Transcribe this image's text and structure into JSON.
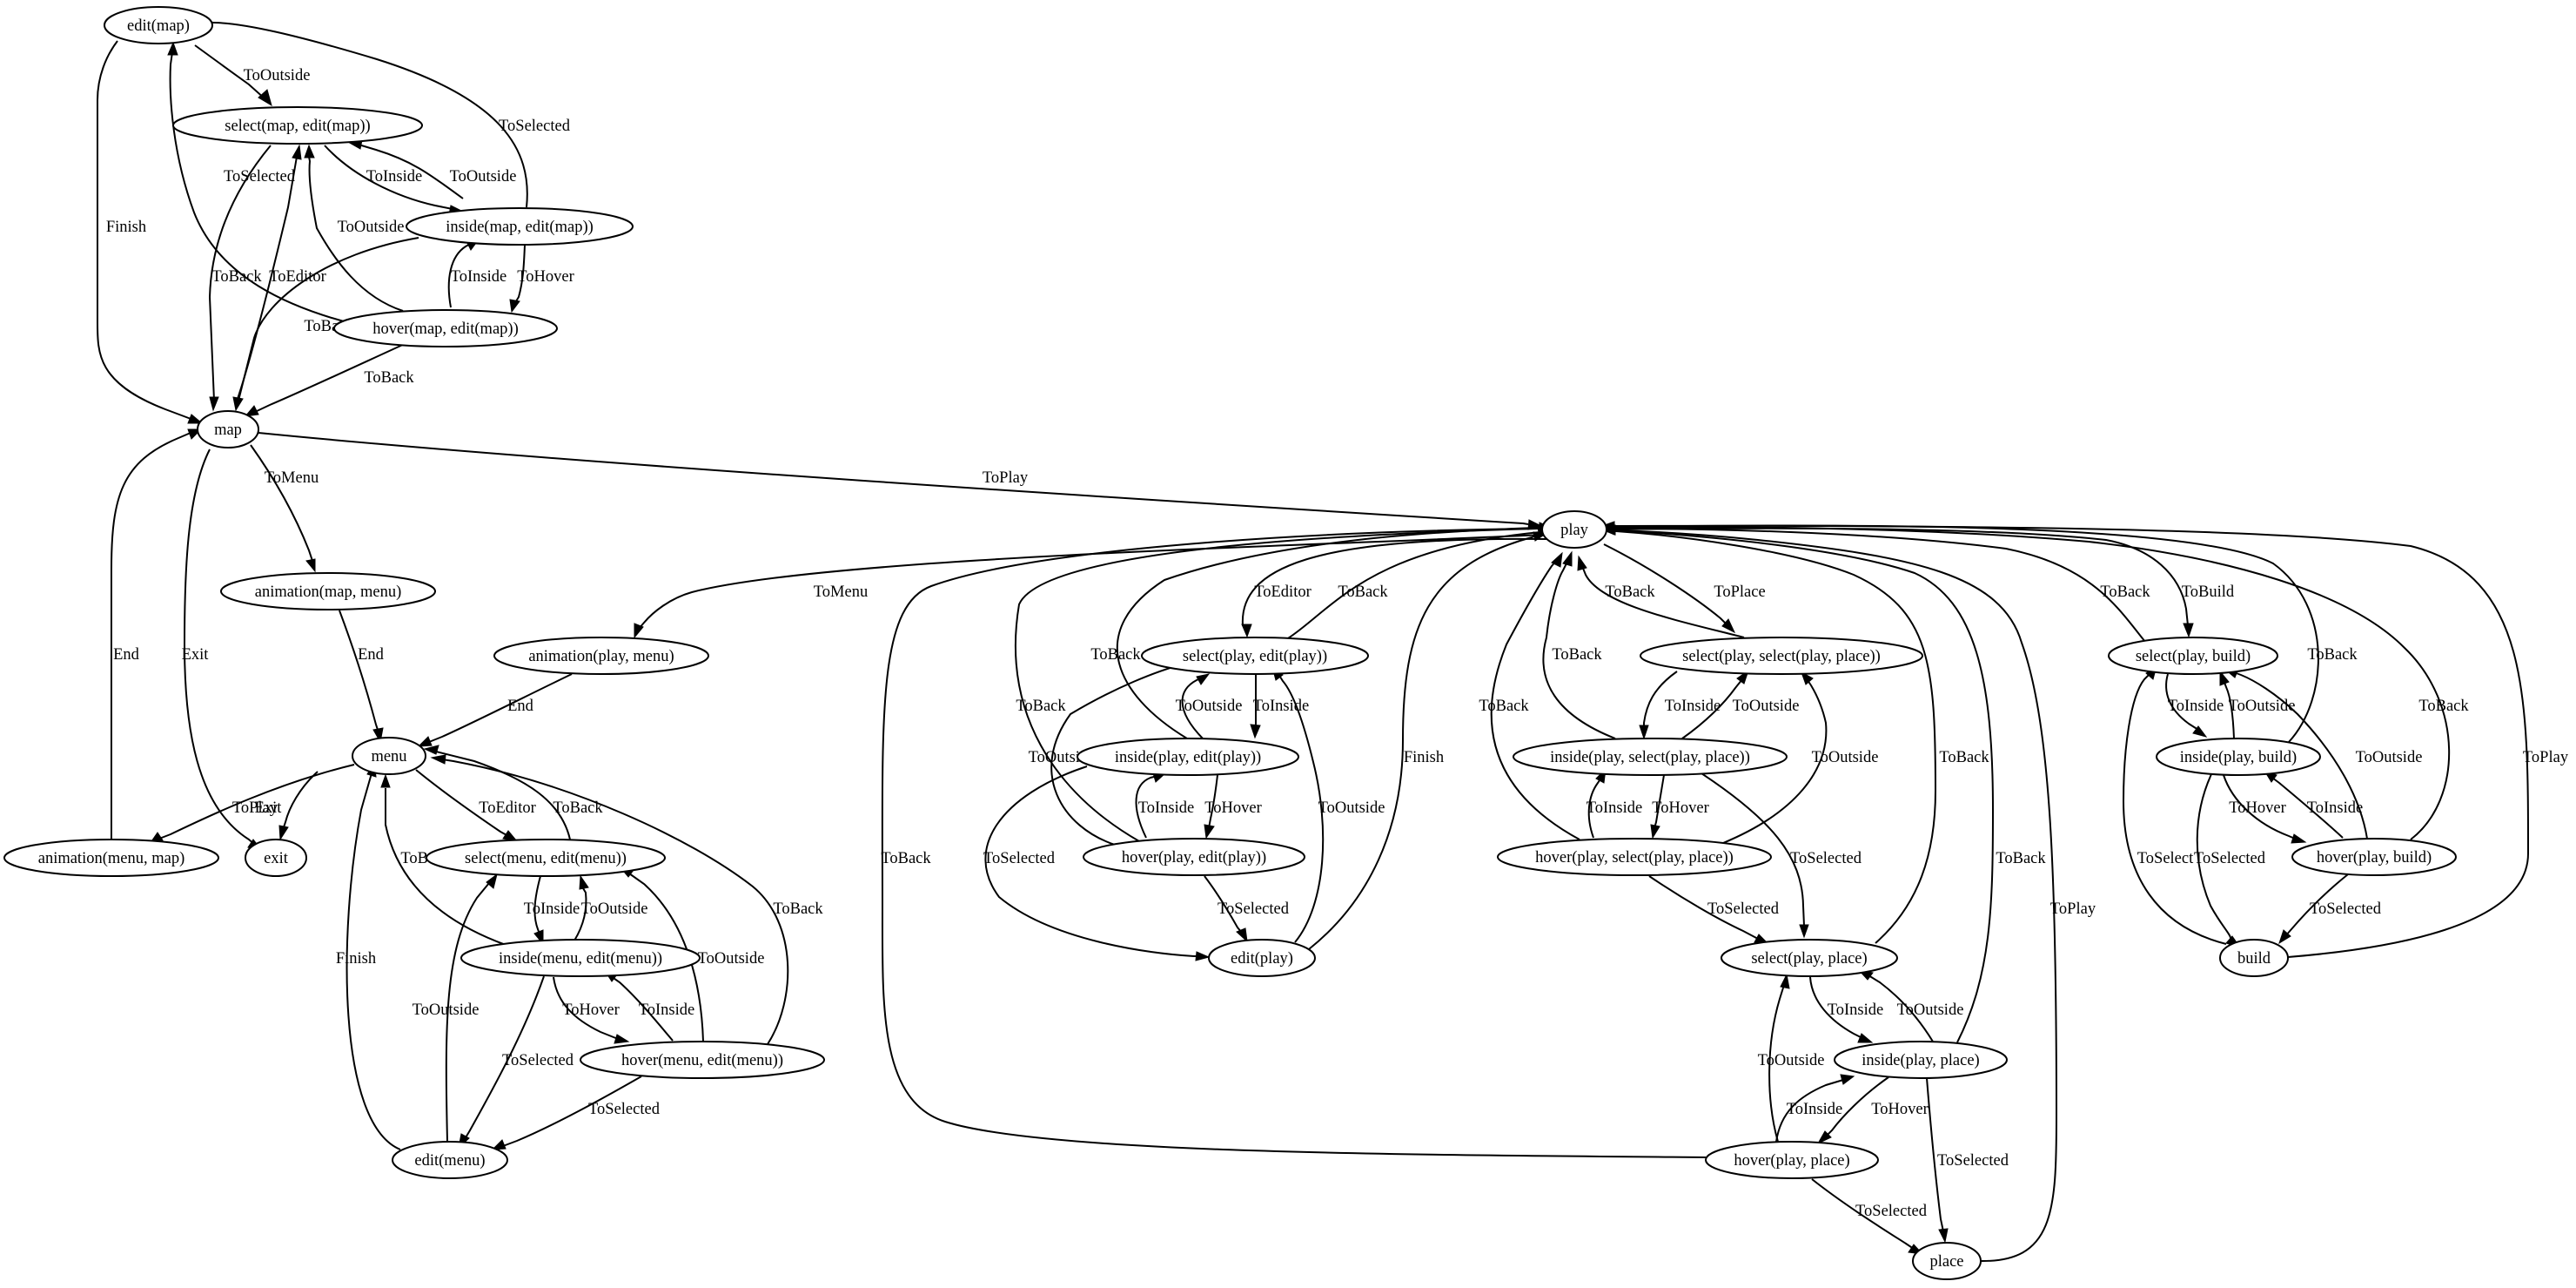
{
  "nodes": [
    {
      "id": "edit_map",
      "label": "edit(map)"
    },
    {
      "id": "select_map_edit",
      "label": "select(map, edit(map))"
    },
    {
      "id": "inside_map_edit",
      "label": "inside(map, edit(map))"
    },
    {
      "id": "hover_map_edit",
      "label": "hover(map, edit(map))"
    },
    {
      "id": "map",
      "label": "map"
    },
    {
      "id": "anim_map_menu",
      "label": "animation(map, menu)"
    },
    {
      "id": "anim_play_menu",
      "label": "animation(play, menu)"
    },
    {
      "id": "menu",
      "label": "menu"
    },
    {
      "id": "anim_menu_map",
      "label": "animation(menu, map)"
    },
    {
      "id": "exit",
      "label": "exit"
    },
    {
      "id": "select_menu_edit",
      "label": "select(menu, edit(menu))"
    },
    {
      "id": "inside_menu_edit",
      "label": "inside(menu, edit(menu))"
    },
    {
      "id": "hover_menu_edit",
      "label": "hover(menu, edit(menu))"
    },
    {
      "id": "edit_menu",
      "label": "edit(menu)"
    },
    {
      "id": "play",
      "label": "play"
    },
    {
      "id": "select_play_edit",
      "label": "select(play, edit(play))"
    },
    {
      "id": "inside_play_edit",
      "label": "inside(play, edit(play))"
    },
    {
      "id": "hover_play_edit",
      "label": "hover(play, edit(play))"
    },
    {
      "id": "edit_play",
      "label": "edit(play)"
    },
    {
      "id": "select_play_select_place",
      "label": "select(play, select(play, place))"
    },
    {
      "id": "inside_play_select_place",
      "label": "inside(play, select(play, place))"
    },
    {
      "id": "hover_play_select_place",
      "label": "hover(play, select(play, place))"
    },
    {
      "id": "select_play_place",
      "label": "select(play, place)"
    },
    {
      "id": "inside_play_place",
      "label": "inside(play, place)"
    },
    {
      "id": "hover_play_place",
      "label": "hover(play, place)"
    },
    {
      "id": "place",
      "label": "place"
    },
    {
      "id": "select_play_build",
      "label": "select(play, build)"
    },
    {
      "id": "inside_play_build",
      "label": "inside(play, build)"
    },
    {
      "id": "hover_play_build",
      "label": "hover(play, build)"
    },
    {
      "id": "build",
      "label": "build"
    }
  ],
  "edges": [
    {
      "id": "e_editmap_selmap",
      "label": "ToOutside"
    },
    {
      "id": "e_editmap_map",
      "label": "Finish"
    },
    {
      "id": "e_selmap_insmap",
      "label": "ToInside"
    },
    {
      "id": "e_insmap_selmap",
      "label": "ToOutside"
    },
    {
      "id": "e_insmap_editmap",
      "label": "ToSelected"
    },
    {
      "id": "e_hovmap_editmap",
      "label": "ToSelected"
    },
    {
      "id": "e_selmap_map",
      "label": "ToBack"
    },
    {
      "id": "e_map_selmap",
      "label": "ToEditor"
    },
    {
      "id": "e_hovmap_selmap",
      "label": "ToOutside"
    },
    {
      "id": "e_insmap_hovmap",
      "label": "ToHover"
    },
    {
      "id": "e_hovmap_insmap",
      "label": "ToInside"
    },
    {
      "id": "e_insmap_map",
      "label": "ToBack"
    },
    {
      "id": "e_hovmap_map",
      "label": "ToBack"
    },
    {
      "id": "e_map_play",
      "label": "ToPlay"
    },
    {
      "id": "e_map_animmm",
      "label": "ToMenu"
    },
    {
      "id": "e_map_exit",
      "label": "Exit"
    },
    {
      "id": "e_animmenumap_map",
      "label": "End"
    },
    {
      "id": "e_animmm_menu",
      "label": "End"
    },
    {
      "id": "e_play_animpm",
      "label": "ToMenu"
    },
    {
      "id": "e_animpm_menu",
      "label": "End"
    },
    {
      "id": "e_menu_animmenumap",
      "label": "ToPlay"
    },
    {
      "id": "e_menu_exit",
      "label": "Exit"
    },
    {
      "id": "e_menu_selmenu",
      "label": "ToEditor"
    },
    {
      "id": "e_selmenu_menu",
      "label": "ToBack"
    },
    {
      "id": "e_selmenu_insmenu",
      "label": "ToInside"
    },
    {
      "id": "e_insmenu_selmenu",
      "label": "ToOutside"
    },
    {
      "id": "e_insmenu_menu",
      "label": "ToBack"
    },
    {
      "id": "e_hovmenu_menu",
      "label": "ToBack"
    },
    {
      "id": "e_hovmenu_selmenu",
      "label": "ToOutside"
    },
    {
      "id": "e_insmenu_hovmenu",
      "label": "ToHover"
    },
    {
      "id": "e_hovmenu_insmenu",
      "label": "ToInside"
    },
    {
      "id": "e_insmenu_editmenu",
      "label": "ToSelected"
    },
    {
      "id": "e_hovmenu_editmenu",
      "label": "ToSelected"
    },
    {
      "id": "e_editmenu_menu",
      "label": "Finish"
    },
    {
      "id": "e_editmenu_selmenu",
      "label": "ToOutside"
    },
    {
      "id": "e_play_selpe",
      "label": "ToEditor"
    },
    {
      "id": "e_selpe_play",
      "label": "ToBack"
    },
    {
      "id": "e_selpe_inspe",
      "label": "ToInside"
    },
    {
      "id": "e_inspe_selpe",
      "label": "ToOutside"
    },
    {
      "id": "e_inspe_play",
      "label": "ToBack"
    },
    {
      "id": "e_hovpe_play",
      "label": "ToBack"
    },
    {
      "id": "e_hovpe_selpe",
      "label": "ToOutside"
    },
    {
      "id": "e_inspe_hovpe",
      "label": "ToHover"
    },
    {
      "id": "e_hovpe_inspe",
      "label": "ToInside"
    },
    {
      "id": "e_inspe_editplay",
      "label": "ToSelected"
    },
    {
      "id": "e_hovpe_editplay",
      "label": "ToSelected"
    },
    {
      "id": "e_editplay_selpe",
      "label": "ToOutside"
    },
    {
      "id": "e_editplay_play",
      "label": "Finish"
    },
    {
      "id": "e_hovpp_play",
      "label": "ToBack"
    },
    {
      "id": "e_play_selpsp",
      "label": "ToPlace"
    },
    {
      "id": "e_selpsp_play",
      "label": "ToBack"
    },
    {
      "id": "e_inspsp_play",
      "label": "ToBack"
    },
    {
      "id": "e_hovpsp_play",
      "label": "ToBack"
    },
    {
      "id": "e_selpsp_inspsp",
      "label": "ToInside"
    },
    {
      "id": "e_inspsp_selpsp",
      "label": "ToOutside"
    },
    {
      "id": "e_hovpsp_selpsp",
      "label": "ToOutside"
    },
    {
      "id": "e_inspsp_hovpsp",
      "label": "ToHover"
    },
    {
      "id": "e_hovpsp_inspsp",
      "label": "ToInside"
    },
    {
      "id": "e_inspsp_selpp",
      "label": "ToSelected"
    },
    {
      "id": "e_hovpsp_selpp",
      "label": "ToSelected"
    },
    {
      "id": "e_selpp_play",
      "label": "ToBack"
    },
    {
      "id": "e_inspp_play",
      "label": "ToBack"
    },
    {
      "id": "e_place_play",
      "label": "ToPlay"
    },
    {
      "id": "e_selpp_inspp",
      "label": "ToInside"
    },
    {
      "id": "e_inspp_selpp",
      "label": "ToOutside"
    },
    {
      "id": "e_hovpp_selpp",
      "label": "ToOutside"
    },
    {
      "id": "e_inspp_hovpp",
      "label": "ToHover"
    },
    {
      "id": "e_hovpp_inspp",
      "label": "ToInside"
    },
    {
      "id": "e_inspp_place",
      "label": "ToSelected"
    },
    {
      "id": "e_hovpp_place",
      "label": "ToSelected"
    },
    {
      "id": "e_selpb_play",
      "label": "ToBack"
    },
    {
      "id": "e_play_selpb",
      "label": "ToBuild"
    },
    {
      "id": "e_inspb_play",
      "label": "ToBack"
    },
    {
      "id": "e_hovpb_play",
      "label": "ToBack"
    },
    {
      "id": "e_build_play",
      "label": "ToPlay"
    },
    {
      "id": "e_selpb_inspb",
      "label": "ToInside"
    },
    {
      "id": "e_inspb_selpb",
      "label": "ToOutside"
    },
    {
      "id": "e_hovpb_selpb",
      "label": "ToOutside"
    },
    {
      "id": "e_inspb_hovpb",
      "label": "ToHover"
    },
    {
      "id": "e_hovpb_inspb",
      "label": "ToInside"
    },
    {
      "id": "e_inspb_build",
      "label": "ToSelected"
    },
    {
      "id": "e_hovpb_build",
      "label": "ToSelected"
    },
    {
      "id": "e_build_selpb",
      "label": "ToSelect"
    }
  ]
}
